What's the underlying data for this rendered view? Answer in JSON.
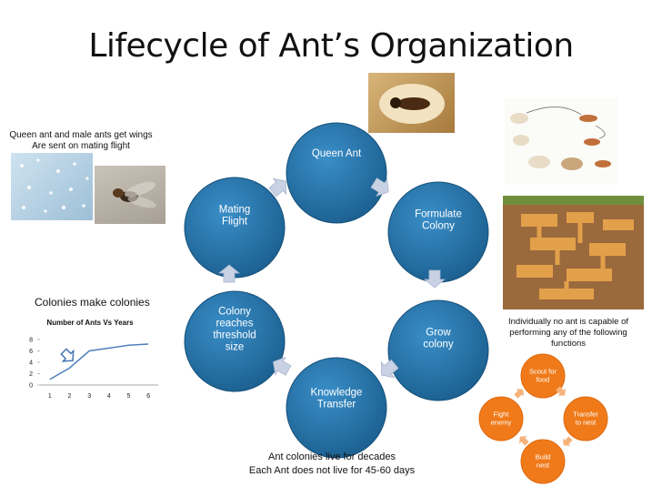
{
  "title": "Lifecycle of Ant’s Organization",
  "cycle": [
    {
      "label": "Queen Ant"
    },
    {
      "label": "Formulate Colony"
    },
    {
      "label": "Grow colony"
    },
    {
      "label": "Knowledge Transfer"
    },
    {
      "label": "Colony reaches threshold size"
    },
    {
      "label": "Mating Flight"
    }
  ],
  "left_notes": {
    "wings": "Queen ant and male ants get wings",
    "flight": "Are sent on mating flight",
    "colonies": "Colonies make colonies"
  },
  "bottom_notes": {
    "line1": "Ant colonies live for decades",
    "line2": "Each Ant does not live for 45-60 days"
  },
  "right_note": "Individually no ant is capable of performing any of the following functions",
  "functions": [
    {
      "label": "Scout for food"
    },
    {
      "label": "Transfer to nest"
    },
    {
      "label": "Build nest"
    },
    {
      "label": "Fight enemy"
    }
  ],
  "colors": {
    "node_dark": "#1b5f8f",
    "node_light": "#3a8ec8",
    "arrow": "#c8d2e4",
    "small_node": "#f07a1a"
  },
  "chart_data": {
    "type": "line",
    "title": "Number of Ants Vs Years",
    "xlabel": "",
    "ylabel": "",
    "x": [
      1,
      2,
      3,
      4,
      5,
      6
    ],
    "y": [
      1,
      3,
      6,
      6.5,
      7,
      7.2
    ],
    "x_ticks": [
      "1",
      "2",
      "3",
      "4",
      "5",
      "6"
    ],
    "y_ticks": [
      "0",
      "2",
      "4",
      "6",
      "8"
    ],
    "ylim": [
      0,
      8
    ],
    "xlim": [
      0.5,
      6.5
    ],
    "color": "#4f81bd",
    "grid": false
  }
}
